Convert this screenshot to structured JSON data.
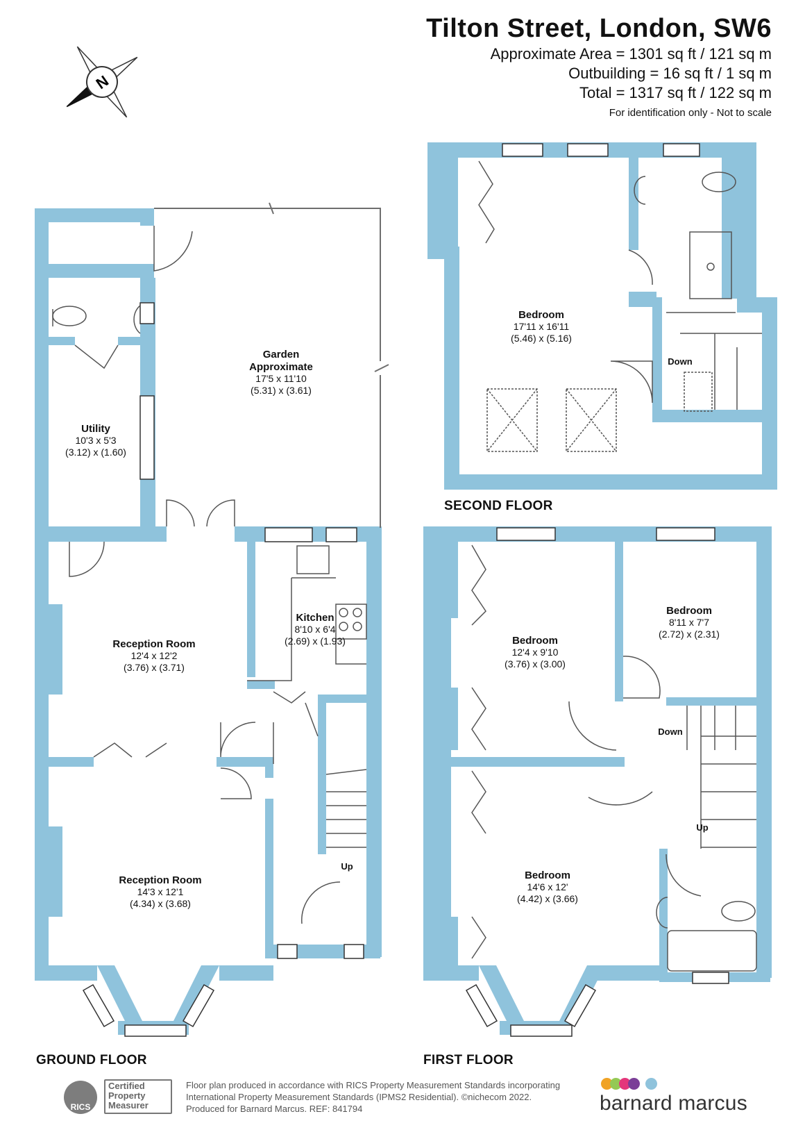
{
  "header": {
    "title": "Tilton Street, London, SW6",
    "approx_area": "Approximate Area = 1301 sq ft / 121 sq m",
    "outbuilding": "Outbuilding = 16 sq ft / 1 sq m",
    "total": "Total = 1317 sq ft / 122 sq m",
    "note": "For identification only - Not to scale"
  },
  "compass": {
    "letter": "N"
  },
  "floors": {
    "ground": "GROUND FLOOR",
    "first": "FIRST FLOOR",
    "second": "SECOND FLOOR"
  },
  "rooms": {
    "garden": {
      "name1": "Garden",
      "name2": "Approximate",
      "imperial": "17'5 x 11'10",
      "metric": "(5.31) x (3.61)"
    },
    "utility": {
      "name": "Utility",
      "imperial": "10'3 x 5'3",
      "metric": "(3.12) x (1.60)"
    },
    "kitchen": {
      "name": "Kitchen",
      "imperial": "8'10 x 6'4",
      "metric": "(2.69) x (1.93)"
    },
    "reception1": {
      "name": "Reception Room",
      "imperial": "12'4 x 12'2",
      "metric": "(3.76) x (3.71)"
    },
    "reception2": {
      "name": "Reception Room",
      "imperial": "14'3 x 12'1",
      "metric": "(4.34) x (3.68)"
    },
    "second_bedroom": {
      "name": "Bedroom",
      "imperial": "17'11 x 16'11",
      "metric": "(5.46) x (5.16)"
    },
    "first_bedroom_a": {
      "name": "Bedroom",
      "imperial": "12'4 x 9'10",
      "metric": "(3.76) x (3.00)"
    },
    "first_bedroom_b": {
      "name": "Bedroom",
      "imperial": "8'11 x 7'7",
      "metric": "(2.72) x (2.31)"
    },
    "first_bedroom_c": {
      "name": "Bedroom",
      "imperial": "14'6 x 12'",
      "metric": "(4.42) x (3.66)"
    }
  },
  "stairs": {
    "up": "Up",
    "down": "Down"
  },
  "footer": {
    "line1": "Floor plan produced in accordance with RICS Property Measurement Standards incorporating",
    "line2": "International Property Measurement Standards (IPMS2 Residential).  ©nichecom 2022.",
    "line3": "Produced for Barnard Marcus.    REF:  841794",
    "badge_line1": "Certified",
    "badge_line2": "Property",
    "badge_line3": "Measurer",
    "badge_logo": "RICS",
    "brand": "barnard marcus"
  },
  "colors": {
    "wall": "#8fc3dc",
    "line": "#6e6e6e",
    "brand_dots": [
      "#f0a325",
      "#94c954",
      "#e4367b",
      "#7b3f98",
      "#8fc3dc"
    ]
  }
}
